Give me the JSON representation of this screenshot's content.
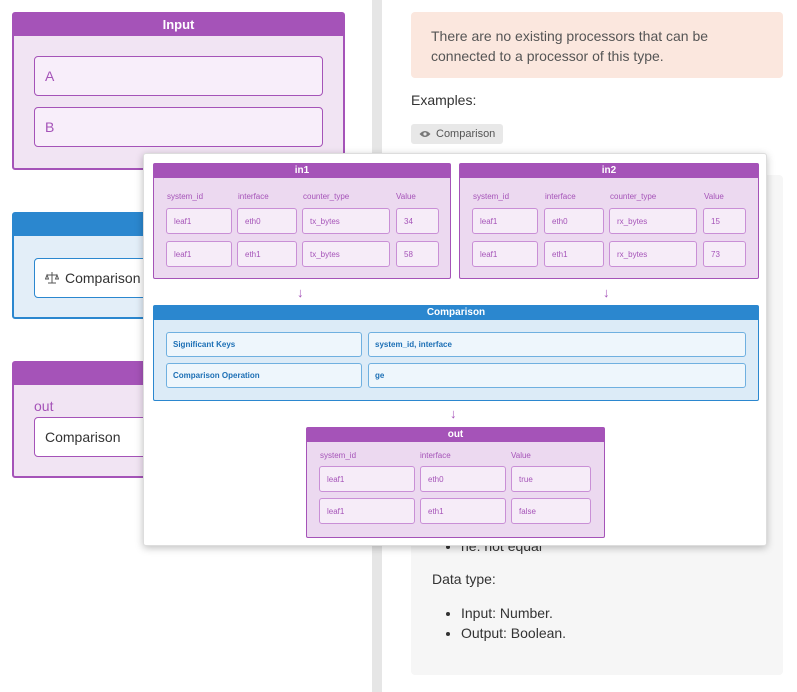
{
  "canvas": {
    "input_node": {
      "title": "Input",
      "field_a": "A",
      "field_b": "B"
    },
    "comparison_node": {
      "value": "Comparison"
    },
    "out_node": {
      "label": "out",
      "value": "Comparison"
    }
  },
  "panel": {
    "notice": "There are no existing processors that can be connected to a processor of this type.",
    "examples_label": "Examples:",
    "example_chip": "Comparison",
    "bullet_partial": "ne: not equal",
    "data_type_label": "Data type:",
    "data_types": [
      "Input: Number.",
      "Output: Boolean."
    ]
  },
  "diagram": {
    "in1": {
      "title": "in1",
      "columns": [
        "system_id",
        "interface",
        "counter_type",
        "Value"
      ],
      "rows": [
        [
          "leaf1",
          "eth0",
          "tx_bytes",
          "34"
        ],
        [
          "leaf1",
          "eth1",
          "tx_bytes",
          "58"
        ]
      ]
    },
    "in2": {
      "title": "in2",
      "columns": [
        "system_id",
        "interface",
        "counter_type",
        "Value"
      ],
      "rows": [
        [
          "leaf1",
          "eth0",
          "rx_bytes",
          "15"
        ],
        [
          "leaf1",
          "eth1",
          "rx_bytes",
          "73"
        ]
      ]
    },
    "comparison": {
      "title": "Comparison",
      "keys_label": "Significant Keys",
      "keys_value": "system_id, interface",
      "op_label": "Comparison Operation",
      "op_value": "ge"
    },
    "out": {
      "title": "out",
      "columns": [
        "system_id",
        "interface",
        "Value"
      ],
      "rows": [
        [
          "leaf1",
          "eth0",
          "true"
        ],
        [
          "leaf1",
          "eth1",
          "false"
        ]
      ]
    },
    "arrow": "↓"
  },
  "colors": {
    "purple": "#a553b8",
    "blue": "#2b87cf",
    "notice_bg": "#fbe7de"
  },
  "icons": {
    "chip": "eye-icon",
    "comparison": "scale-icon"
  }
}
